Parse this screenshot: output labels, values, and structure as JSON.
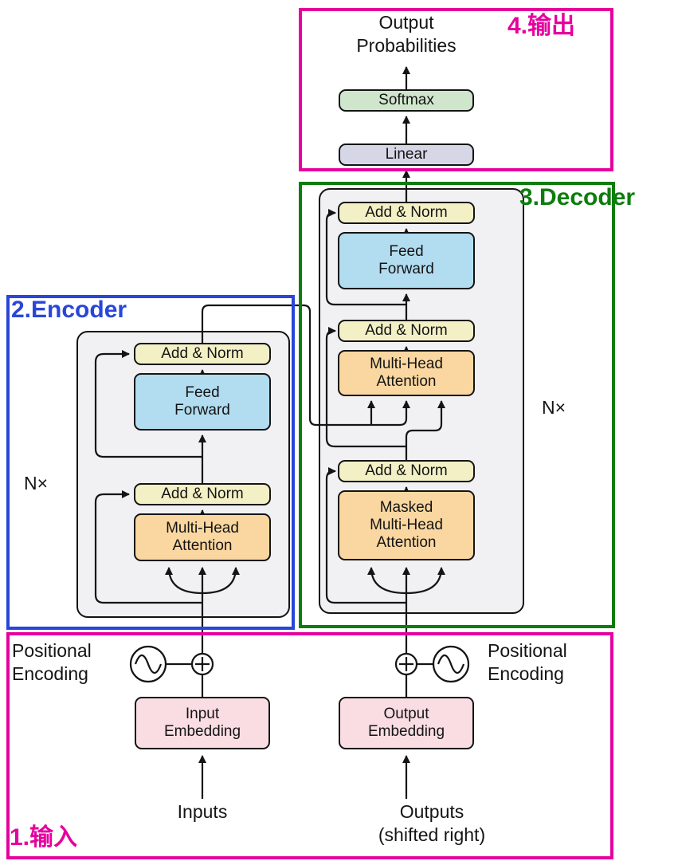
{
  "regions": {
    "output": {
      "label": "4.输出"
    },
    "decoder": {
      "label": "3.Decoder"
    },
    "encoder": {
      "label": "2.Encoder"
    },
    "input": {
      "label": "1.输入"
    }
  },
  "labels": {
    "output_probabilities": "Output\nProbabilities",
    "softmax": "Softmax",
    "linear": "Linear",
    "add_norm": "Add & Norm",
    "feed_forward": "Feed\nForward",
    "multi_head_attention": "Multi-Head\nAttention",
    "masked_multi_head_attention": "Masked\nMulti-Head\nAttention",
    "input_embedding": "Input\nEmbedding",
    "output_embedding": "Output\nEmbedding",
    "inputs": "Inputs",
    "outputs": "Outputs\n(shifted right)",
    "positional_encoding": "Positional\nEncoding",
    "n_times": "N×"
  },
  "colors": {
    "magenta": "#e6009e",
    "green": "#0d7d0d",
    "blue": "#2946d8",
    "wire": "#141414",
    "box_addnorm": "#f3f0c6",
    "box_ff": "#b2ddf0",
    "box_attention": "#fad7a0",
    "box_softmax": "#cfe6cc",
    "box_linear": "#d6d7e6",
    "box_embedding": "#fadde2",
    "stack_bg": "#f1f1f3"
  }
}
